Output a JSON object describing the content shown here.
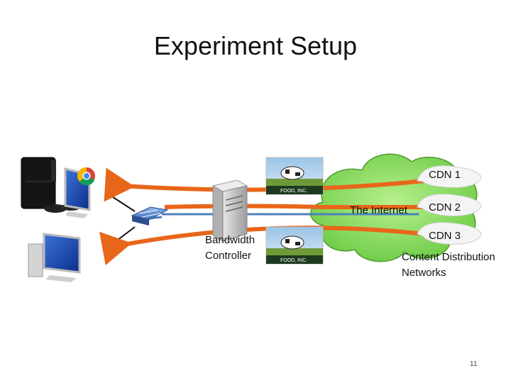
{
  "slide": {
    "title": "Experiment Setup",
    "labels": {
      "bandwidth_line1": "Bandwidth",
      "bandwidth_line2": "Controller",
      "internet": "The Internet",
      "cdn1": "CDN 1",
      "cdn2": "CDN 2",
      "cdn3": "CDN 3",
      "cdn_desc_line1": "Content Distribution",
      "cdn_desc_line2": "Networks",
      "logo_text": "FOOD, INC."
    },
    "page_number": "11"
  },
  "colors": {
    "arrow": "#E8661A",
    "cable": "#4F81BD",
    "cloud_fill": "#8EE06A",
    "cloud_stroke": "#4E9A2E",
    "cdn_bubble": "#F4F4F4"
  }
}
